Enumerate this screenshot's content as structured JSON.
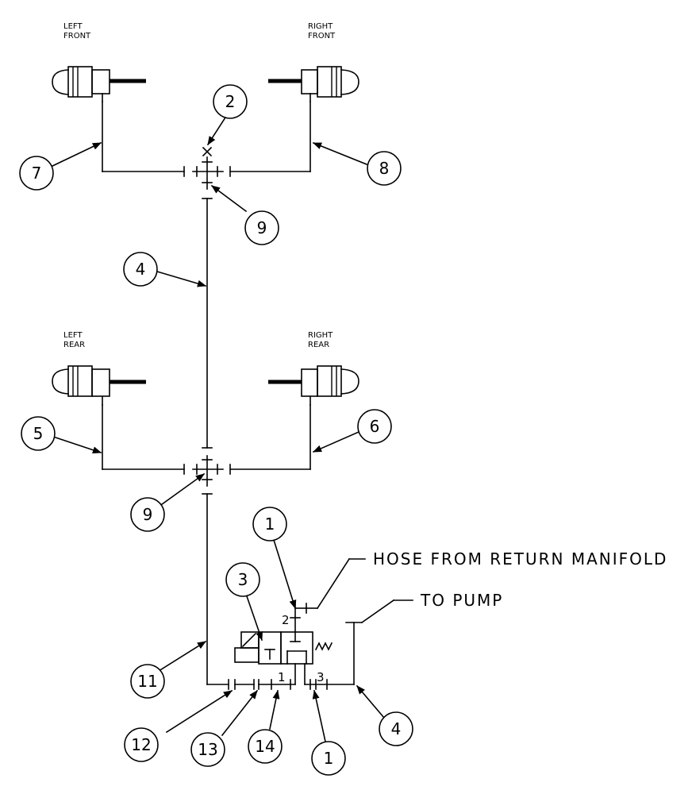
{
  "labels": {
    "left_front_1": "LEFT",
    "left_front_2": "FRONT",
    "right_front_1": "RIGHT",
    "right_front_2": "FRONT",
    "left_rear_1": "LEFT",
    "left_rear_2": "REAR",
    "right_rear_1": "RIGHT",
    "right_rear_2": "REAR",
    "return_hose": "HOSE FROM RETURN MANIFOLD",
    "to_pump": "TO PUMP"
  },
  "callouts": {
    "c2": "2",
    "c7": "7",
    "c8": "8",
    "c9_top": "9",
    "c4_mid": "4",
    "c5": "5",
    "c6": "6",
    "c9_bottom": "9",
    "c1_top": "1",
    "c3": "3",
    "c11": "11",
    "c12": "12",
    "c13": "13",
    "c14": "14",
    "c1_bottom": "1",
    "c4_bottom": "4"
  },
  "ports": {
    "p2": "2",
    "p1": "1",
    "p3": "3"
  }
}
